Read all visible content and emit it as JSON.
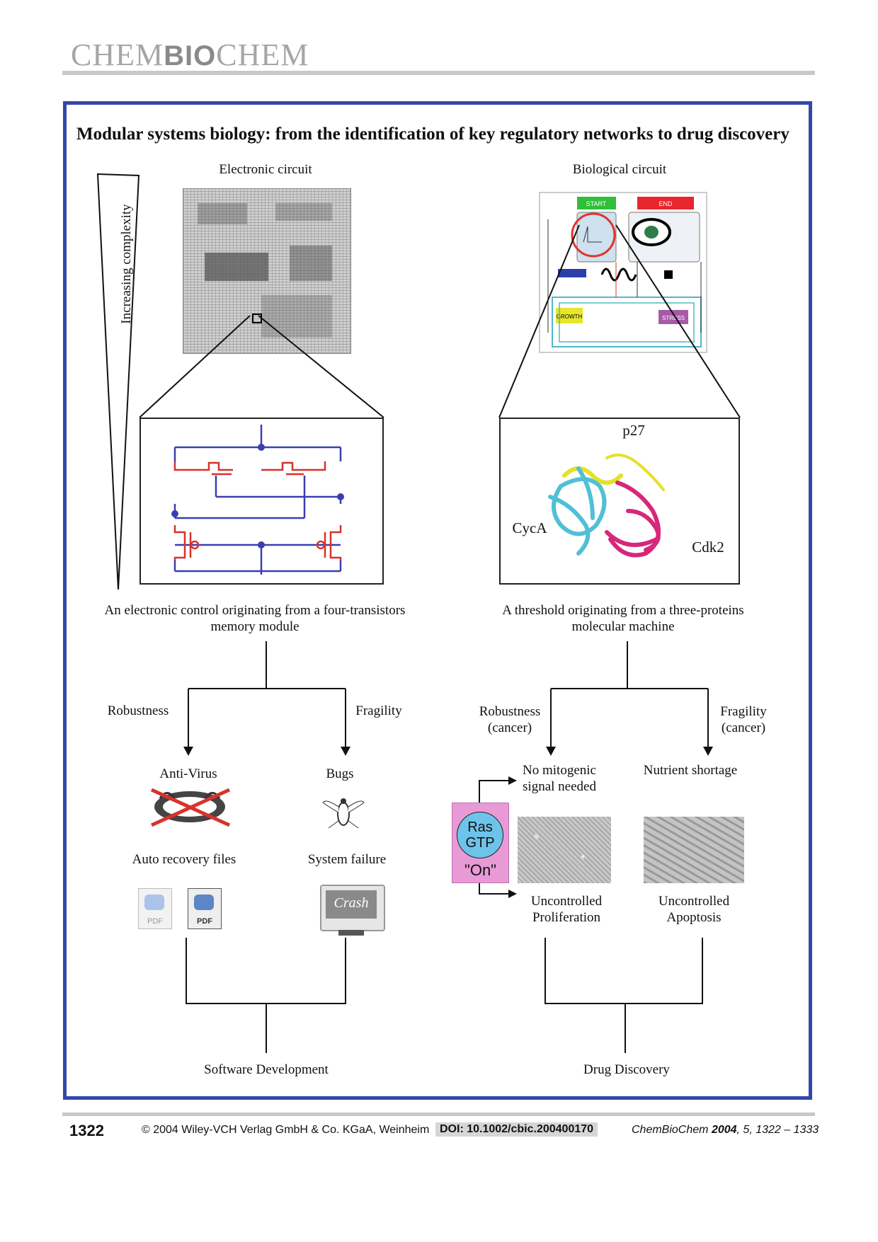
{
  "header": {
    "journal_pre": "CHEM",
    "journal_bio": "BIO",
    "journal_post": "CHEM"
  },
  "figure": {
    "title": "Modular systems biology: from the identification of key regulatory networks to drug discovery",
    "complexity_label": "Increasing complexity",
    "left": {
      "heading": "Electronic circuit",
      "caption_line1": "An electronic control originating from a four-transistors",
      "caption_line2": "memory module",
      "robustness": "Robustness",
      "fragility": "Fragility",
      "antivirus": "Anti-Virus",
      "bugs": "Bugs",
      "auto_recovery": "Auto recovery files",
      "system_failure": "System failure",
      "pdf_label": "PDF",
      "crash_label": "Crash",
      "outcome": "Software Development"
    },
    "right": {
      "heading": "Biological circuit",
      "net_start": "START",
      "net_end": "END",
      "net_growth": "GROWTH",
      "net_stress": "STRESS",
      "protein_p27": "p27",
      "protein_cyca": "CycA",
      "protein_cdk2": "Cdk2",
      "caption_line1": "A threshold originating from a three-proteins",
      "caption_line2": "molecular machine",
      "robustness_line1": "Robustness",
      "robustness_line2": "(cancer)",
      "fragility_line1": "Fragility",
      "fragility_line2": "(cancer)",
      "no_mitogenic_line1": "No mitogenic",
      "no_mitogenic_line2": "signal needed",
      "nutrient": "Nutrient shortage",
      "ras_line1": "Ras",
      "ras_line2": "GTP",
      "ras_on": "\"On\"",
      "prolif_line1": "Uncontrolled",
      "prolif_line2": "Proliferation",
      "apop_line1": "Uncontrolled",
      "apop_line2": "Apoptosis",
      "outcome": "Drug Discovery"
    }
  },
  "footer": {
    "page_number": "1322",
    "copyright": "© 2004 Wiley-VCH Verlag GmbH & Co. KGaA, Weinheim",
    "doi": "DOI: 10.1002/cbic.200400170",
    "citation_journal": "ChemBioChem ",
    "citation_year": "2004",
    "citation_rest": ", 5, 1322 – 1333"
  },
  "colors": {
    "frame_blue": "#3347a8",
    "wire_blue": "#3a3fb0",
    "wire_red": "#d8322b",
    "cyca": "#4fc0d6",
    "cdk2": "#d6287a",
    "p27": "#e5e02a"
  }
}
